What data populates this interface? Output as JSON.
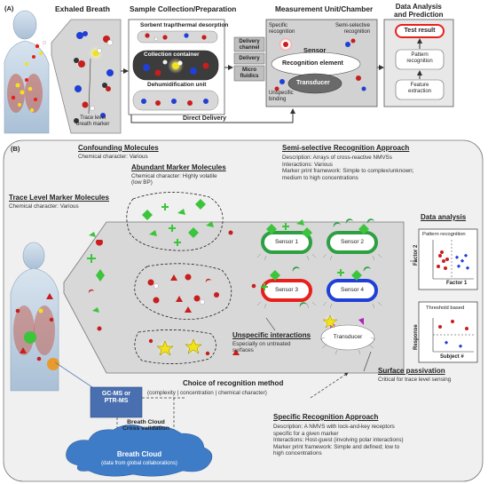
{
  "panel_a": {
    "label": "(A)",
    "exhaled_breath": "Exhaled Breath",
    "trace_marker": [
      "Trace level",
      "breath marker"
    ],
    "sample_collection": {
      "title": "Sample Collection/Preparation",
      "sorbent": "Sorbent trap/thermal desorption",
      "container": "Collection container",
      "dehumidification": "Dehumidification unit",
      "direct_delivery": "Direct Delivery"
    },
    "measurement": {
      "title": "Measurement Unit/Chamber",
      "delivery_channel": [
        "Delivery",
        "channel"
      ],
      "delivery": "Delivery",
      "micro_fluidics": [
        "Micro",
        "fluidics"
      ],
      "specific_recognition": [
        "Specific",
        "recognition"
      ],
      "semi_selective": [
        "Semi-selective",
        "recognition"
      ],
      "sensor": "Sensor",
      "recognition_element": "Recognition element",
      "transducer": "Transducer",
      "unspecific_binding": [
        "Unspecific",
        "binding"
      ]
    },
    "analysis": {
      "title": [
        "Data Analysis",
        "and Prediction"
      ],
      "test_result": "Test result",
      "pattern_recognition": [
        "Pattern",
        "recognition"
      ],
      "feature_extraction": [
        "Feature",
        "extraction"
      ]
    }
  },
  "panel_b": {
    "label": "(B)",
    "confounding": {
      "title": "Confounding Molecules",
      "desc": "Chemical character: Various"
    },
    "abundant": {
      "title": "Abundant Marker Molecules",
      "desc": [
        "Chemical character: Highly volatile",
        "(low BP)"
      ]
    },
    "trace": {
      "title": "Trace Level Marker Molecules",
      "desc": "Chemical character: Various"
    },
    "semi_selective": {
      "title": "Semi-selective Recognition Approach",
      "lines": [
        "Description: Arrays of cross-reactive NMVSs",
        "Interactions: Various",
        "Marker print framework: Simple to complex/unknown;",
        "medium to high concentrations"
      ]
    },
    "sensors": [
      "Sensor 1",
      "Sensor 2",
      "Sensor 3",
      "Sensor 4"
    ],
    "transducer": "Transducer",
    "unspecific": {
      "title": "Unspecific interactions",
      "desc": [
        "Especially on untreated",
        "surfaces"
      ]
    },
    "data_analysis": {
      "title": "Data analysis",
      "pattern_recognition": "Pattern recognition",
      "factor2": "Factor 2",
      "factor1": "Factor 1",
      "threshold": "Threshold based",
      "response": "Response",
      "subject": "Subject #"
    },
    "surface_passivation": {
      "title": "Surface passivation",
      "desc": "Critical for trace level sensing"
    },
    "choice": {
      "title": "Choice of recognition method",
      "desc": "(complexity | concentration | chemical character)"
    },
    "gcms": [
      "GC-MS or",
      "PTR-MS"
    ],
    "breath_cloud_cv": [
      "Breath Cloud",
      "Cross validation"
    ],
    "specific": {
      "title": "Specific Recognition Approach",
      "lines": [
        "Description: A NMVS with lock-and-key receptors",
        "specific for a given marker",
        "Interactions: Host-guest (involving polar interactions)",
        "Marker print framework: Simple and defined; low to",
        "high concentrations"
      ]
    },
    "breath_cloud": {
      "title": "Breath Cloud",
      "desc": "(data from global collaborations)"
    }
  },
  "colors": {
    "sensor_red": "#e8201c",
    "sensor_green": "#2ea043",
    "sensor_blue": "#1f3fd6",
    "marker_green": "#3cc43c",
    "marker_red": "#c81e1e",
    "marker_yellow": "#f2e21a",
    "purple": "#b020c0",
    "cloud_blue": "#3f7cc8"
  }
}
